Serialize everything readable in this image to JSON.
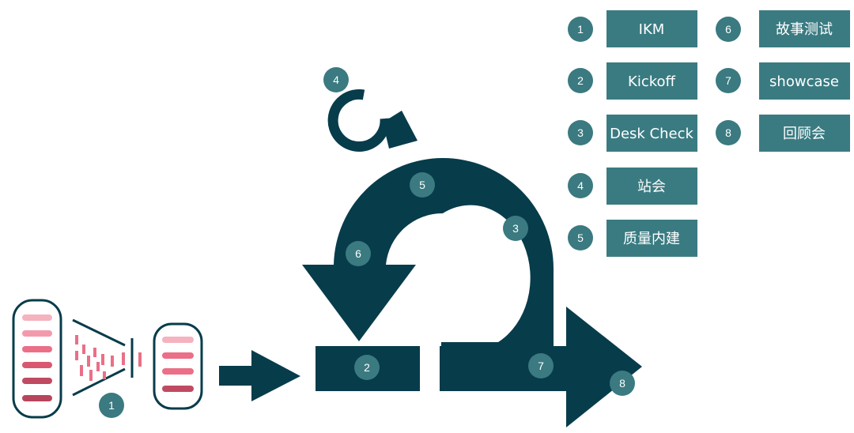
{
  "colors": {
    "dark_teal": "#073c4b",
    "badge_teal": "#3a7a80",
    "legend_box": "#3a7b82",
    "pink_light": "#f4b3bf",
    "pink_mid": "#ea6f87",
    "pink_dark": "#c04a62"
  },
  "legend": [
    {
      "num": "1",
      "label": "IKM"
    },
    {
      "num": "2",
      "label": "Kickoff"
    },
    {
      "num": "3",
      "label": "Desk Check"
    },
    {
      "num": "4",
      "label": "站会"
    },
    {
      "num": "5",
      "label": "质量内建"
    },
    {
      "num": "6",
      "label": "故事测试"
    },
    {
      "num": "7",
      "label": "showcase"
    },
    {
      "num": "8",
      "label": "回顾会"
    }
  ],
  "markers": {
    "ikm": "1",
    "kickoff": "2",
    "desk_check": "3",
    "standup": "4",
    "quality": "5",
    "story_test": "6",
    "showcase": "7",
    "retro": "8"
  }
}
